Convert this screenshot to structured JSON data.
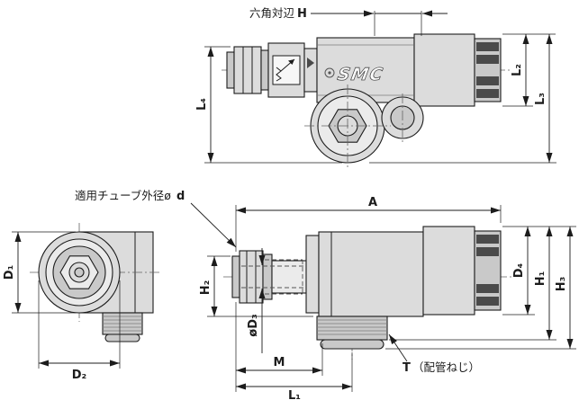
{
  "colors": {
    "paper": "#ffffff",
    "ink": "#1c1c1c",
    "metal-light": "#dcdcdc",
    "metal-mid": "#c9c9c9",
    "metal-pale": "#ebebeb",
    "slot": "#4a4a4a"
  },
  "annotations": {
    "hex_width_text": "六角対辺",
    "hex_width_sym": "H",
    "tube_od_text": "適用チューブ外径ø",
    "tube_od_sym": "d",
    "thread_sym": "T",
    "thread_text": "（配管ねじ）",
    "logo": "SMC"
  },
  "dims": {
    "A": "A",
    "M": "M",
    "L1": "L₁",
    "L2": "L₂",
    "L3": "L₃",
    "L4": "L₄",
    "D1": "D₁",
    "D2": "D₂",
    "D3": "øD₃",
    "D4": "D₄",
    "H1": "H₁",
    "H2": "H₂",
    "H3": "H₃"
  }
}
